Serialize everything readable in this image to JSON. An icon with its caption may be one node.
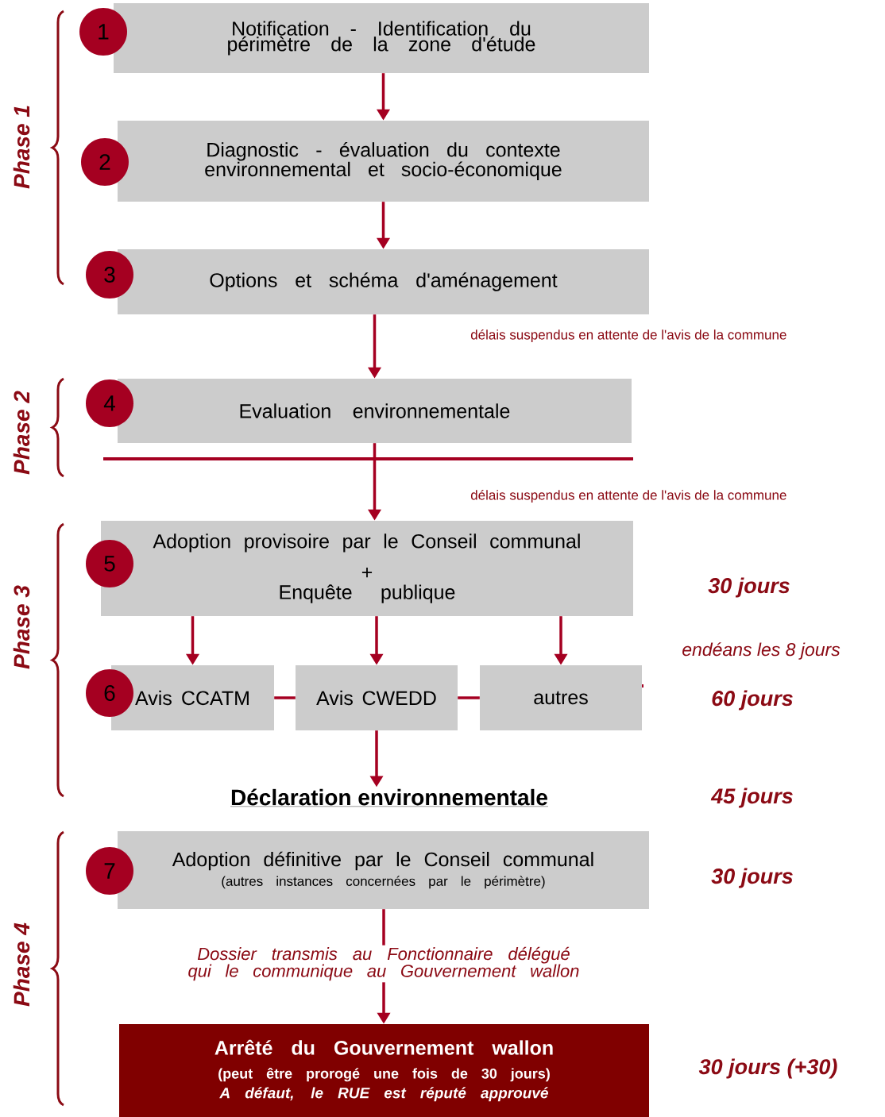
{
  "diagram": {
    "nodes": [
      {
        "text": [
          "1"
        ]
      },
      {
        "text": [
          "Notification - Identification du périmètre de la zone d'étude"
        ]
      },
      {
        "text": [
          "2"
        ]
      },
      {
        "text": [
          "Diagnostic - évaluation du contexte environnemental et socio-économique"
        ]
      },
      {
        "text": [
          "3"
        ]
      },
      {
        "text": [
          "Options et schéma d'aménagement"
        ]
      },
      {
        "text": [
          "4"
        ]
      },
      {
        "text": [
          "Evaluation environnementale"
        ]
      },
      {
        "text": [
          "5"
        ]
      },
      {
        "text": [
          "Adoption provisoire par le Conseil communal",
          "+",
          "Enquête publique"
        ]
      },
      {
        "text": [
          "6"
        ]
      },
      {
        "text": [
          "Avis CCATM"
        ]
      },
      {
        "text": [
          "Avis CWEDD"
        ]
      },
      {
        "text": [
          "autres"
        ]
      },
      {
        "text": [
          "Déclaration environnementale"
        ]
      },
      {
        "text": [
          "7"
        ]
      },
      {
        "text": [
          "Adoption définitive par le Conseil communal",
          "(autres instances concernées par le périmètre)"
        ]
      },
      {
        "text": [
          "Dossier transmis au Fonctionnaire délégué qui le communique au Gouvernement wallon"
        ]
      },
      {
        "text": [
          "Arrêté du Gouvernement wallon",
          "(peut être prorogé une fois de 30 jours)",
          "A défaut, le RUE est réputé approuvé"
        ]
      }
    ],
    "edges": [
      {
        "from": 1,
        "to": 3,
        "arrow": "to"
      },
      {
        "from": 3,
        "to": 5,
        "arrow": "to"
      },
      {
        "from": 5,
        "to": 7,
        "arrow": "to"
      },
      {
        "from": 7,
        "to": 9,
        "arrow": "to"
      },
      {
        "from": 9,
        "to": 11,
        "arrow": "to"
      },
      {
        "from": 9,
        "to": 12,
        "arrow": "to"
      },
      {
        "from": 9,
        "to": 13,
        "arrow": "to"
      },
      {
        "from": 11,
        "to": 12,
        "arrow": "none"
      },
      {
        "from": 12,
        "to": 13,
        "arrow": "none"
      },
      {
        "from": 12,
        "to": 14,
        "arrow": "to"
      },
      {
        "from": 16,
        "to": 17,
        "arrow": "none"
      },
      {
        "from": 17,
        "to": 18,
        "arrow": "to"
      }
    ],
    "labels": [
      "Phase 1",
      "délais suspendus  en attente de l'avis de la commune",
      "Phase 2",
      "délais suspendus  en attente de l'avis de la commune",
      "Phase 3",
      "30 jours",
      "endéans les 8 jours",
      "60 jours",
      "45 jours",
      "Phase 4",
      "30 jours",
      "30 jours  (+30)"
    ]
  }
}
